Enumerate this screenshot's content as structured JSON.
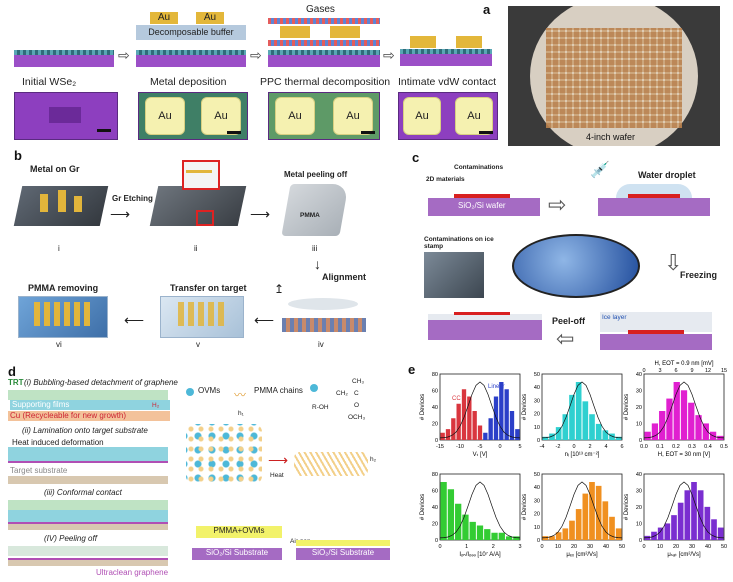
{
  "panel_a": {
    "label": "a",
    "au": "Au",
    "buffer": "Decomposable buffer",
    "gases": "Gases",
    "captions": [
      "Initial WSe₂",
      "Metal deposition",
      "PPC thermal decomposition",
      "Intimate vdW contact"
    ],
    "wafer": "4-inch wafer"
  },
  "panel_b": {
    "label": "b",
    "metal_on_gr": "Metal on Gr",
    "gr_etching": "Gr Etching",
    "peeling": "Metal peeling off",
    "pmma": "PMMA",
    "alignment": "Alignment",
    "transfer": "Transfer on target",
    "pmma_removing": "PMMA removing",
    "stage_i": "i",
    "stage_ii": "ii",
    "stage_iii": "iii",
    "stage_iv": "iv",
    "stage_v": "v",
    "stage_vi": "vi"
  },
  "panel_c": {
    "label": "c",
    "contaminations": "Contaminations",
    "materials": "2D materials",
    "substrate": "SiO₂/Si wafer",
    "water": "Water droplet",
    "stamp": "Contaminations on ice stamp",
    "freezing": "Freezing",
    "peel": "Peel-off",
    "ice": "Ice layer"
  },
  "panel_d": {
    "label": "d",
    "trt": "TRT",
    "step1": "(i) Bubbling-based detachment of graphene",
    "supporting": "Supporting films",
    "cu": "Cu (Recycleable for new growth)",
    "h2": "H₂",
    "step2": "(ii) Lamination onto target substrate",
    "heat_def": "Heat induced deformation",
    "target": "Target substrate",
    "step3": "(iii) Conformal contact",
    "step4": "(IV) Peeling off",
    "ultraclean": "Ultraclean graphene",
    "ovms": "OVMs",
    "pmma_chains": "PMMA chains",
    "heat": "Heat",
    "pmma_ovms": "PMMA+OVMs",
    "air_gap": "Air gap",
    "sio2_a": "SiO₂/Si Substrate",
    "sio2_b": "SiO₂/Si Substrate",
    "roh": "R-OH",
    "h1": "h₁",
    "h2b": "h₂",
    "ch3": "CH₃",
    "ch2": "CH₂",
    "c": "C",
    "o": "O",
    "och3": "OCH₃"
  },
  "panel_e": {
    "label": "e",
    "charts": [
      {
        "ylabel": "# Devices",
        "xlabel": "Vₜ [V]",
        "xticks": [
          "-15",
          "-10",
          "-5",
          "0",
          "5"
        ],
        "yticks": [
          "0",
          "20",
          "40",
          "60",
          "80"
        ],
        "legend": [
          "CC",
          "Linear"
        ],
        "colors": [
          "#d9363e",
          "#2b3fc8"
        ]
      },
      {
        "ylabel": "# Devices",
        "xlabel": "nᵢ [10¹³ cm⁻²]",
        "xticks": [
          "-4",
          "-2",
          "0",
          "2",
          "4",
          "6"
        ],
        "yticks": [
          "0",
          "10",
          "20",
          "30",
          "40",
          "50"
        ],
        "colors": [
          "#2fd0d0"
        ]
      },
      {
        "ylabel": "# Devices",
        "xlabel": "H, EOT = 30 nm [V]",
        "toplabel": "H, EOT = 0.9 nm [mV]",
        "xticks": [
          "0.0",
          "0.1",
          "0.2",
          "0.3",
          "0.4",
          "0.5"
        ],
        "topticks": [
          "0",
          "3",
          "6",
          "9",
          "12",
          "15"
        ],
        "yticks": [
          "0",
          "10",
          "20",
          "30",
          "40"
        ],
        "colors": [
          "#e020d0"
        ]
      },
      {
        "ylabel": "# Devices",
        "xlabel": "Iₒₙ/Iₒₔₔ [10⁷ A/A]",
        "xticks": [
          "0",
          "1",
          "2",
          "3"
        ],
        "yticks": [
          "0",
          "20",
          "40",
          "60",
          "80"
        ],
        "colors": [
          "#33cc33"
        ]
      },
      {
        "ylabel": "# Devices",
        "xlabel": "μₑₓ [cm²/Vs]",
        "xticks": [
          "0",
          "10",
          "20",
          "30",
          "40",
          "50"
        ],
        "yticks": [
          "0",
          "10",
          "20",
          "30",
          "40",
          "50"
        ],
        "colors": [
          "#f09020"
        ]
      },
      {
        "ylabel": "# Devices",
        "xlabel": "μₛₐₜ [cm²/Vs]",
        "xticks": [
          "0",
          "10",
          "20",
          "30",
          "40",
          "50"
        ],
        "yticks": [
          "0",
          "10",
          "20",
          "30",
          "40"
        ],
        "colors": [
          "#7a2ed0"
        ]
      }
    ]
  }
}
